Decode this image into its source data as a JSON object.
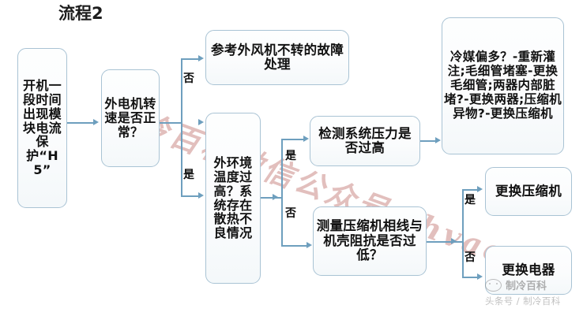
{
  "title": "流程2",
  "nodes": {
    "start": {
      "text": "开机一段时间出现模块电流保护“H5”"
    },
    "fan_speed": {
      "text": "外电机转速是否正常？"
    },
    "fan_ref": {
      "text": "参考外风机不转的故障处理"
    },
    "ambient": {
      "text": "外环境温度过高？系统存在散热不良情况"
    },
    "pressure": {
      "text": "检测系统压力是否过高"
    },
    "remedies": {
      "text": "冷媒偏多？-重新灌注;毛细管堵塞-更换毛细管;两器内部脏堵?-更换两器;压缩机异物?-更换压缩机"
    },
    "measure": {
      "text": "测量压缩机相线与机壳阻抗是否过低？"
    },
    "repl_comp": {
      "text": "更换压缩机"
    },
    "repl_elec": {
      "text": "更换电器"
    }
  },
  "labels": {
    "fan_no": "否",
    "fan_yes": "是",
    "ambient_yes": "是",
    "ambient_no": "否",
    "measure_yes": "是",
    "measure_no": "否"
  },
  "watermark": {
    "main": "制冷百科微信公众号：hvacrbk",
    "logo_name": "制冷百科",
    "logo_sub": "头条号 / 制冷百科"
  },
  "colors": {
    "box_border": "#a9c3d4",
    "connector": "#6e9fbe",
    "text": "#111111",
    "watermark": "#d8a7a4"
  }
}
